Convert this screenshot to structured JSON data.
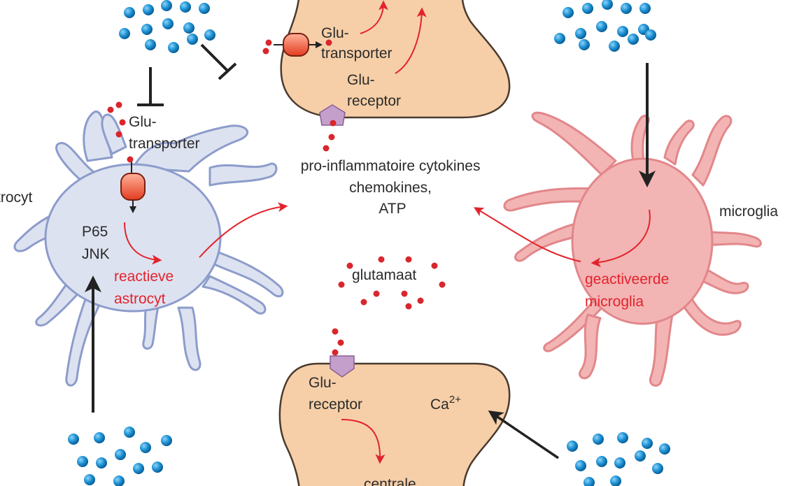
{
  "labels": {
    "astrocyte_name": "trocyt",
    "microglia_name": "microglia",
    "presyn_transporter_l1": "Glu-",
    "presyn_transporter_l2": "transporter",
    "presyn_receptor_l1": "Glu-",
    "presyn_receptor_l2": "receptor",
    "astro_transporter_l1": "Glu-",
    "astro_transporter_l2": "transporter",
    "astro_p65": "P65",
    "astro_jnk": "JNK",
    "reactive_l1": "reactieve",
    "reactive_l2": "astrocyt",
    "cytokines_l1": "pro-inflammatoire cytokines",
    "cytokines_l2": "chemokines,",
    "cytokines_l3": "ATP",
    "glutamate": "glutamaat",
    "activated_l1": "geactiveerde",
    "activated_l2": "microglia",
    "postsyn_receptor_l1": "Glu-",
    "postsyn_receptor_l2": "receptor",
    "calcium": "Ca",
    "calcium_sup": "2+",
    "central": "centrale"
  },
  "colors": {
    "astrocyte_fill": "#dde2f1",
    "astrocyte_stroke": "#8c9ccb",
    "microglia_fill": "#f3b4b4",
    "microglia_stroke": "#e2878a",
    "neuron_fill": "#f6cfa8",
    "neuron_stroke": "#4a3a2e",
    "receptor_fill": "#c59fcc",
    "blue_dot": "#1f8fd0",
    "red_dot": "#d9262c",
    "accent_red": "#e3232c",
    "arrow_black": "#222222"
  }
}
